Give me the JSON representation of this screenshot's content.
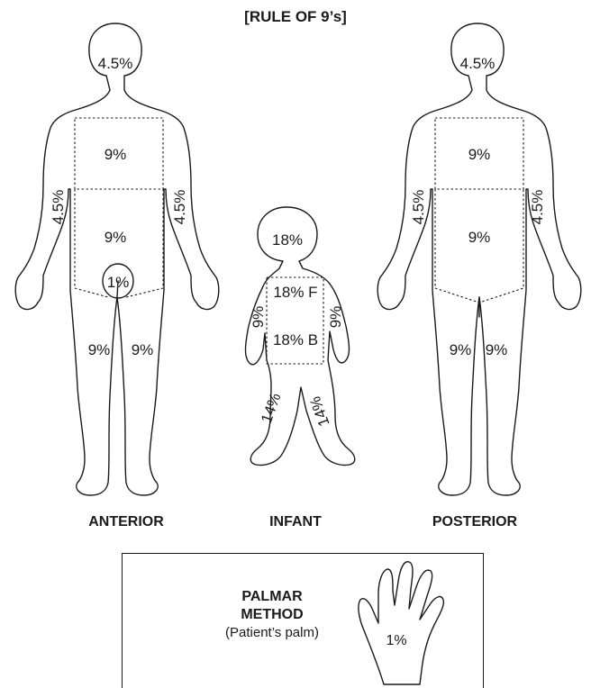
{
  "title": "[RULE OF 9’s]",
  "anterior": {
    "caption": "ANTERIOR",
    "head": "4.5%",
    "chest": "9%",
    "abdomen": "9%",
    "left_arm": "4.5%",
    "right_arm": "4.5%",
    "genitals": "1%",
    "left_leg": "9%",
    "right_leg": "9%"
  },
  "infant": {
    "caption": "INFANT",
    "head": "18%",
    "front": "18% F",
    "back": "18% B",
    "left_arm": "9%",
    "right_arm": "9%",
    "left_leg": "14%",
    "right_leg": "14%"
  },
  "posterior": {
    "caption": "POSTERIOR",
    "head": "4.5%",
    "upper_back": "9%",
    "lower_back": "9%",
    "left_arm": "4.5%",
    "right_arm": "4.5%",
    "left_leg": "9%",
    "right_leg": "9%"
  },
  "palmar": {
    "title_line1": "PALMAR",
    "title_line2": "METHOD",
    "subtitle": "(Patient’s palm)",
    "value": "1%"
  },
  "icons": [
    "anterior-body-outline",
    "infant-body-outline",
    "posterior-body-outline",
    "hand-icon"
  ]
}
